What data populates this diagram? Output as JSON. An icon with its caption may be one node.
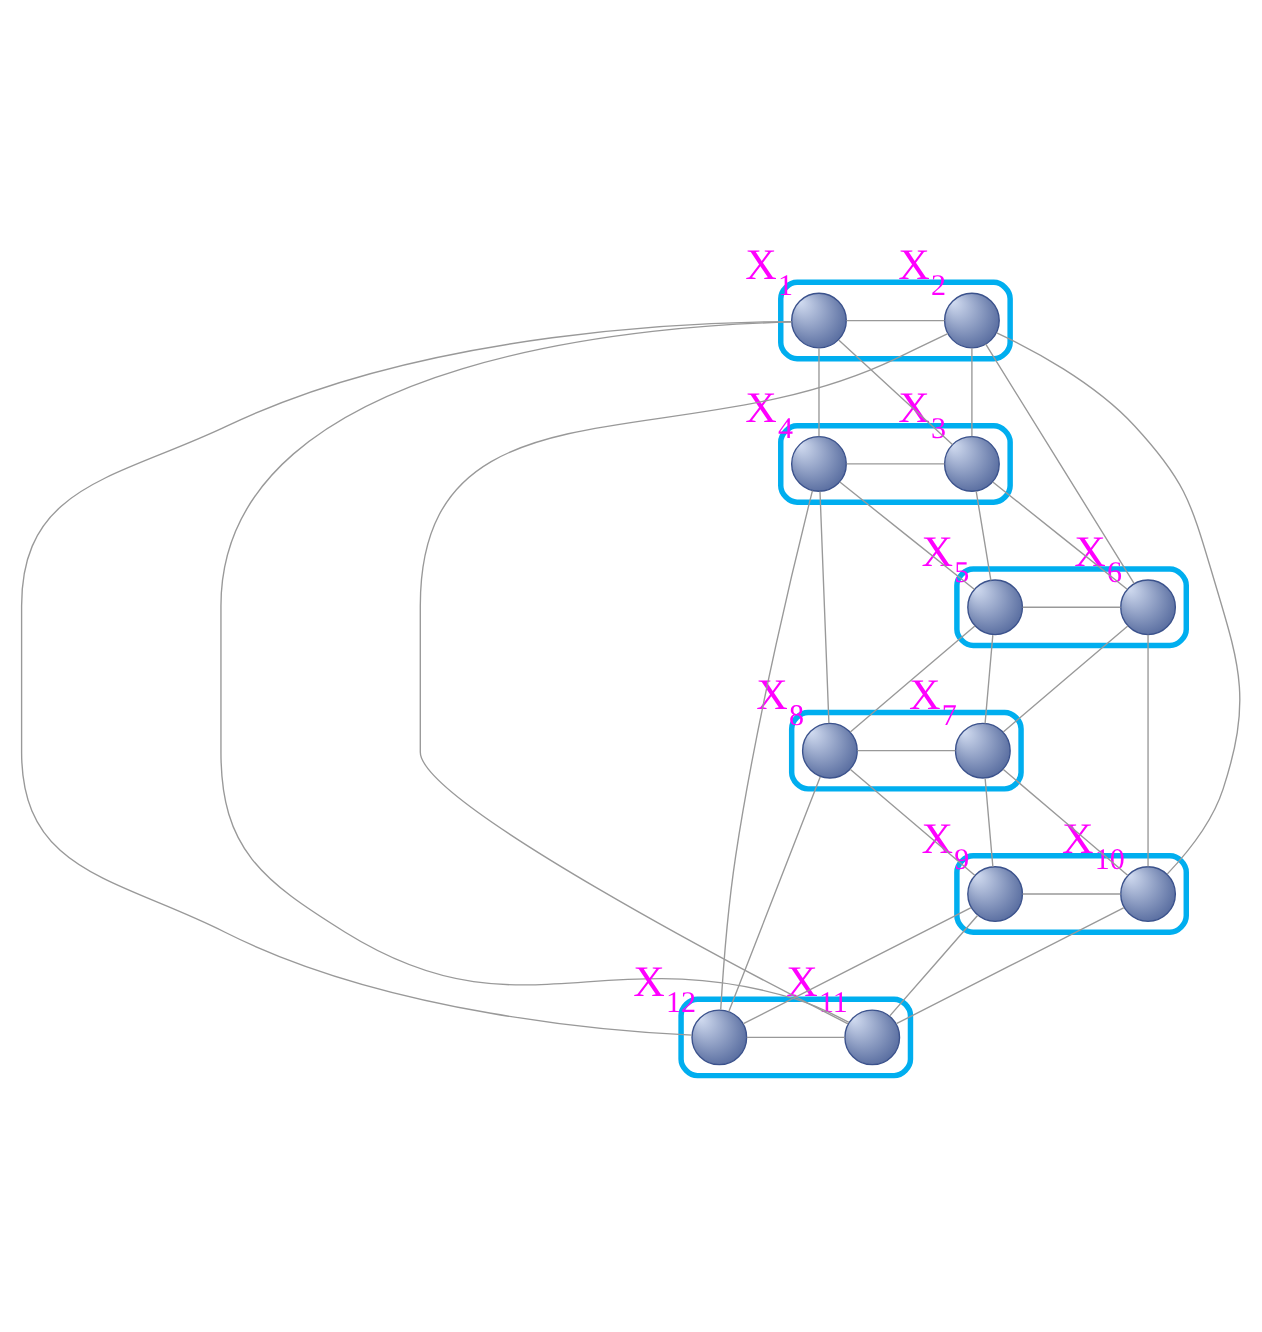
{
  "diagram": {
    "nodes": [
      {
        "text": [],
        "shape": "ellipse"
      },
      {
        "text": [],
        "shape": "circle",
        "in": 0,
        "beside": [
          "X$_{1}$"
        ]
      },
      {
        "text": [],
        "shape": "circle",
        "in": 0,
        "beside": [
          "X$_{2}$"
        ]
      },
      {
        "text": [],
        "shape": "ellipse"
      },
      {
        "text": [],
        "shape": "circle",
        "in": 3,
        "beside": [
          "X$_{3}$"
        ]
      },
      {
        "text": [],
        "shape": "circle",
        "in": 3,
        "beside": [
          "X$_{4}$"
        ]
      },
      {
        "text": [],
        "shape": "ellipse"
      },
      {
        "text": [],
        "shape": "circle",
        "in": 6,
        "beside": [
          "X$_{5}$"
        ]
      },
      {
        "text": [],
        "shape": "circle",
        "in": 6,
        "beside": [
          "X$_{6}$"
        ]
      },
      {
        "text": [],
        "shape": "ellipse"
      },
      {
        "text": [],
        "shape": "circle",
        "in": 9,
        "beside": [
          "X$_{7}$"
        ]
      },
      {
        "text": [],
        "shape": "circle",
        "in": 9,
        "beside": [
          "X$_{8}$"
        ]
      },
      {
        "text": [],
        "shape": "ellipse"
      },
      {
        "text": [],
        "shape": "circle",
        "in": 12,
        "beside": [
          "X$_{9}$"
        ]
      },
      {
        "text": [],
        "shape": "circle",
        "in": 12,
        "beside": [
          "X$_{10}$"
        ]
      },
      {
        "text": [],
        "shape": "ellipse"
      },
      {
        "text": [],
        "shape": "circle",
        "in": 15,
        "beside": [
          "X$_{11}$"
        ]
      },
      {
        "text": [],
        "shape": "circle",
        "in": 15,
        "beside": [
          "X$_{12}$"
        ]
      }
    ],
    "edges": [
      {
        "from": 1,
        "to": 2,
        "arrow": "none"
      },
      {
        "from": 1,
        "to": 4,
        "arrow": "none"
      },
      {
        "from": 1,
        "to": 5,
        "arrow": "none"
      },
      {
        "from": 1,
        "to": 16,
        "arrow": "none"
      },
      {
        "from": 1,
        "to": 17,
        "arrow": "none"
      },
      {
        "from": 2,
        "to": 4,
        "arrow": "none"
      },
      {
        "from": 2,
        "to": 16,
        "arrow": "none"
      },
      {
        "from": 2,
        "to": 8,
        "arrow": "none"
      },
      {
        "from": 2,
        "to": 14,
        "arrow": "none"
      },
      {
        "from": 4,
        "to": 5,
        "arrow": "none"
      },
      {
        "from": 4,
        "to": 7,
        "arrow": "none"
      },
      {
        "from": 4,
        "to": 8,
        "arrow": "none"
      },
      {
        "from": 5,
        "to": 17,
        "arrow": "none"
      },
      {
        "from": 5,
        "to": 7,
        "arrow": "none"
      },
      {
        "from": 5,
        "to": 11,
        "arrow": "none"
      },
      {
        "from": 7,
        "to": 8,
        "arrow": "none"
      },
      {
        "from": 7,
        "to": 10,
        "arrow": "none"
      },
      {
        "from": 7,
        "to": 11,
        "arrow": "none"
      },
      {
        "from": 8,
        "to": 10,
        "arrow": "none"
      },
      {
        "from": 8,
        "to": 14,
        "arrow": "none"
      },
      {
        "from": 10,
        "to": 11,
        "arrow": "none"
      },
      {
        "from": 10,
        "to": 13,
        "arrow": "none"
      },
      {
        "from": 10,
        "to": 14,
        "arrow": "none"
      },
      {
        "from": 11,
        "to": 13,
        "arrow": "none"
      },
      {
        "from": 11,
        "to": 17,
        "arrow": "none"
      },
      {
        "from": 13,
        "to": 14,
        "arrow": "none"
      },
      {
        "from": 13,
        "to": 16,
        "arrow": "none"
      },
      {
        "from": 13,
        "to": 17,
        "arrow": "none"
      },
      {
        "from": 14,
        "to": 16,
        "arrow": "none"
      },
      {
        "from": 16,
        "to": 17,
        "arrow": "none"
      }
    ]
  }
}
